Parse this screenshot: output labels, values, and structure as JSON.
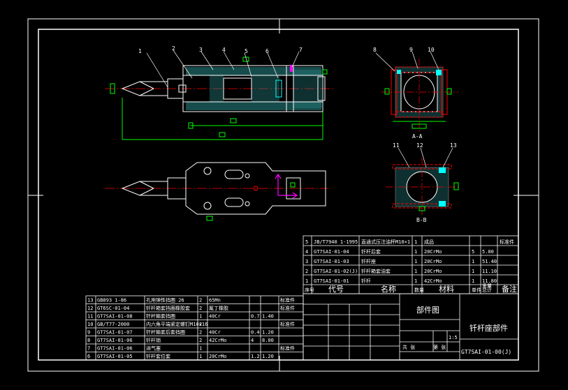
{
  "drawing": {
    "part_labels": [
      "1",
      "2",
      "3",
      "4",
      "5",
      "6",
      "7",
      "8",
      "9",
      "10",
      "11",
      "12",
      "13"
    ],
    "section_marks": [
      "A-A",
      "B-B"
    ]
  },
  "upper_bom": {
    "rows": [
      {
        "no": "5",
        "code": "JB/T7940 1-1995",
        "name": "直通式压注油杯M10×1",
        "qty": "1",
        "material": "成品",
        "c1": "",
        "c2": "",
        "note": "标准件"
      },
      {
        "no": "4",
        "code": "GT7SAI-01-04",
        "name": "钎杆后套",
        "qty": "1",
        "material": "20CrMo",
        "c1": "5",
        "c2": "5.00",
        "note": ""
      },
      {
        "no": "3",
        "code": "GT7SAI-01-03",
        "name": "钎杆座",
        "qty": "1",
        "material": "20CrMo",
        "c1": "1",
        "c2": "51.40",
        "note": ""
      },
      {
        "no": "2",
        "code": "GT7SAI-01-02(J)",
        "name": "钎杆箱套油套",
        "qty": "1",
        "material": "20CrMo",
        "c1": "1",
        "c2": "11.10",
        "note": ""
      },
      {
        "no": "1",
        "code": "GT7SAI-01-01",
        "name": "钎杆",
        "qty": "1",
        "material": "42CrMo",
        "c1": "1",
        "c2": "11.80",
        "note": ""
      }
    ],
    "header": {
      "no": "序号",
      "code": "代号",
      "name": "名称",
      "qty": "数量",
      "material": "材料",
      "c1": "单件",
      "c2": "总计",
      "weight": "重量",
      "note": "备注"
    }
  },
  "lower_bom": {
    "rows": [
      {
        "no": "13",
        "code": "GB893 1-86",
        "name": "孔用弹性挡圈 26",
        "qty": "2",
        "material": "65Mn",
        "c1": "",
        "c2": "",
        "note": "标准件"
      },
      {
        "no": "12",
        "code": "GT6SC-01-04",
        "name": "钎杆箱套挡圈橡胶套",
        "qty": "2",
        "material": "氟丁橡胶",
        "c1": "",
        "c2": "",
        "note": "标准件"
      },
      {
        "no": "11",
        "code": "GT7SAI-01-08",
        "name": "钎杆箱套挡圈",
        "qty": "1",
        "material": "40Cr",
        "c1": "0.7",
        "c2": "1.40",
        "note": ""
      },
      {
        "no": "10",
        "code": "GB/T77-2000",
        "name": "内六角平端紧定螺钉M10×16",
        "qty": "2",
        "material": "",
        "c1": "",
        "c2": "",
        "note": "标准件"
      },
      {
        "no": "9",
        "code": "GT7SAI-01-07",
        "name": "钎杆箱套后套挡圈",
        "qty": "2",
        "material": "40Cr",
        "c1": "0.4",
        "c2": "1.20",
        "note": ""
      },
      {
        "no": "8",
        "code": "GT7SAI-01-06",
        "name": "钎杆销",
        "qty": "2",
        "material": "42CrMo",
        "c1": "4",
        "c2": "8.00",
        "note": ""
      },
      {
        "no": "7",
        "code": "GT7SAI-01-06",
        "name": "进气塞",
        "qty": "1",
        "material": "",
        "c1": "",
        "c2": "",
        "note": "标准件"
      },
      {
        "no": "6",
        "code": "GT7SAI-01-05",
        "name": "钎杆套位套",
        "qty": "1",
        "material": "20CrMo",
        "c1": "1.2",
        "c2": "1.20",
        "note": ""
      }
    ]
  },
  "title_block": {
    "type_label": "部件图",
    "name": "钎杆座部件",
    "drawing_no": "GT7SAI-01-00(J)",
    "sheet": "1:5",
    "small_1": "共 张",
    "small_2": "第 张"
  }
}
